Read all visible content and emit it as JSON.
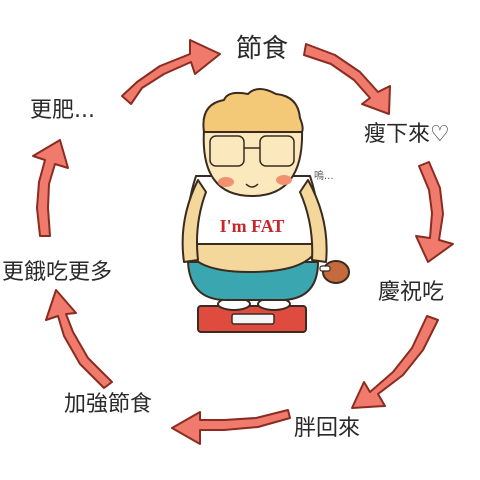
{
  "cycle": {
    "steps": [
      {
        "text": "節食"
      },
      {
        "text": "瘦下來♡"
      },
      {
        "text": "慶祝吃"
      },
      {
        "text": "胖回來"
      },
      {
        "text": "加強節食"
      },
      {
        "text": "更餓吃更多"
      },
      {
        "text": "更肥..."
      }
    ]
  },
  "character": {
    "shirt_text": "I'm FAT",
    "murmur": "嗚..."
  },
  "colors": {
    "arrow_fill": "#f07a6b",
    "arrow_stroke": "#8a2c22",
    "hair": "#f3c977",
    "shirt": "#ffffff",
    "belly": "#f4d79a",
    "pants": "#3aa7b0",
    "scale": "#e04b3f",
    "shirt_text": "#c8262b"
  }
}
